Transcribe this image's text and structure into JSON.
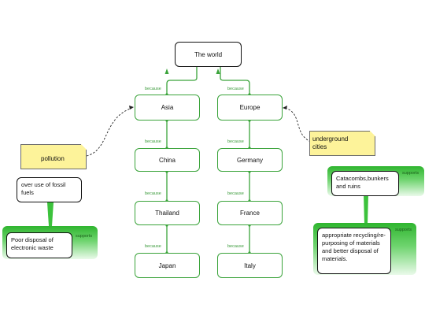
{
  "root": {
    "label": "The world"
  },
  "relation_label": "because",
  "columns": [
    {
      "nodes": [
        "Asia",
        "China",
        "Thailand",
        "Japan"
      ]
    },
    {
      "nodes": [
        "Europe",
        "Germany",
        "France",
        "Italy"
      ]
    }
  ],
  "notes": [
    {
      "text": "pollution"
    },
    {
      "text": "underground cities"
    }
  ],
  "support_panels": [
    {
      "label": "supports",
      "head": "over use of fossil fuels",
      "body": "Poor disposal of electronic waste"
    },
    {
      "label": "supports",
      "head": "Catacombs,bunkers and ruins",
      "body": "appropriate recycling/re-purposing of materials and better disposal of materials."
    }
  ],
  "colors": {
    "link": "#3aa33a",
    "note_fill": "#fdf39a",
    "panel_top": "#2fb52f"
  }
}
